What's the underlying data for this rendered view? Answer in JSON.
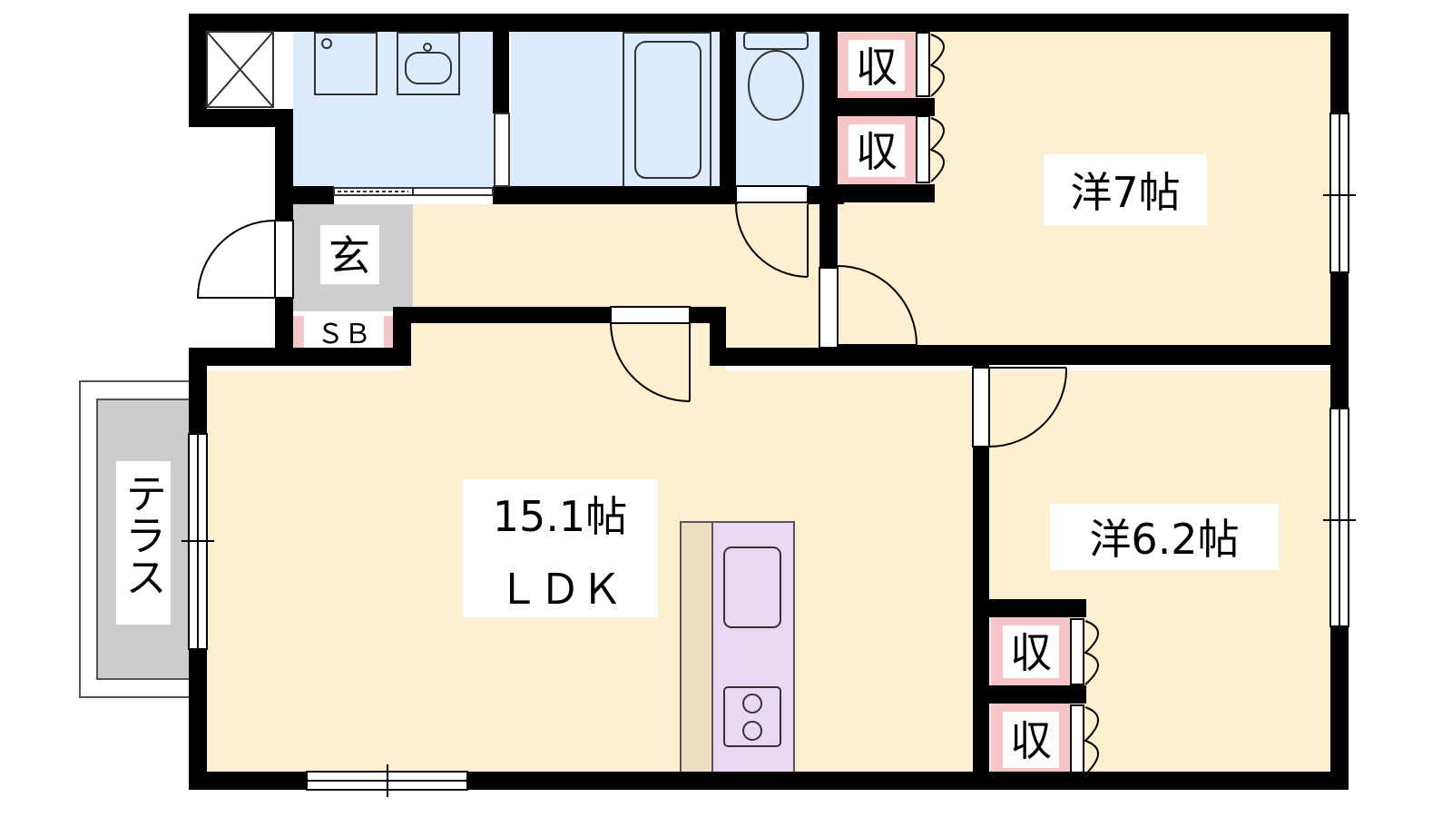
{
  "colors": {
    "room_floor": "#fdf0d0",
    "wet_area": "#dcebfd",
    "entrance": "#cfcfcf",
    "storage_label_bg": "#f6c6c6",
    "kitchen": "#e8d8f4",
    "counter": "#eeddc0",
    "terrace": "#cccccc",
    "wall": "#000000"
  },
  "rooms": {
    "western_1": "洋7帖",
    "western_2": "洋6.2帖",
    "ldk_size": "15.1帖",
    "ldk_name": "ＬＤＫ",
    "entrance": "玄",
    "shoe_box": "ＳＢ",
    "terrace": "テラス"
  },
  "storage": [
    "収",
    "収",
    "収",
    "収"
  ],
  "icons": [
    "washing-machine-icon",
    "washbasin-icon",
    "bathtub-icon",
    "toilet-icon",
    "sink-icon",
    "stove-icon",
    "door-swing-icon",
    "window-icon"
  ]
}
